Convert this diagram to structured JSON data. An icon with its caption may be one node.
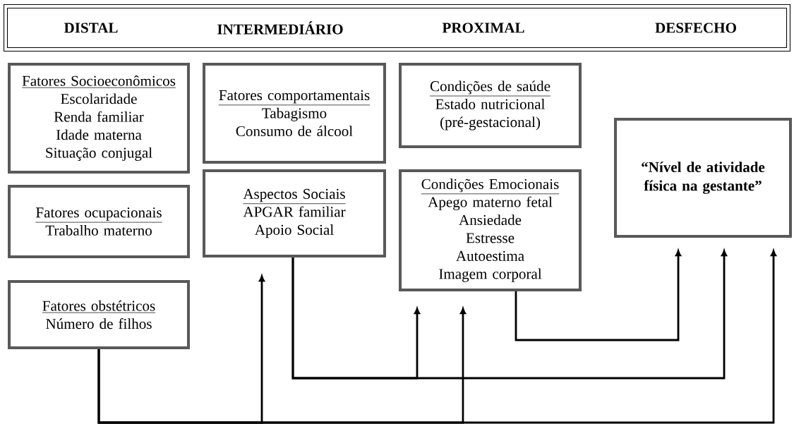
{
  "diagram": {
    "nodes": [
      {
        "text": [
          "DISTAL",
          "INTERMEDIÁRIO",
          "PROXIMAL",
          "DESFECHO"
        ]
      },
      {
        "text": [
          "Fatores Socioeconômicos",
          "Escolaridade",
          "Renda familiar",
          "Idade materna",
          "Situação conjugal"
        ]
      },
      {
        "text": [
          "Fatores ocupacionais",
          "Trabalho materno"
        ]
      },
      {
        "text": [
          "Fatores obstétricos",
          "Número de filhos"
        ]
      },
      {
        "text": [
          "Fatores comportamentais",
          "Tabagismo",
          "Consumo de álcool"
        ]
      },
      {
        "text": [
          "Aspectos Sociais",
          "APGAR familiar",
          "Apoio Social"
        ]
      },
      {
        "text": [
          "Condições de saúde",
          "Estado nutricional (pré-gestacional)"
        ]
      },
      {
        "text": [
          "Condições Emocionais",
          "Apego materno fetal",
          "Ansiedade",
          "Estresse",
          "Autoestima",
          "Imagem corporal"
        ]
      },
      {
        "text": [
          "“Nível de atividade física na gestante”"
        ]
      }
    ],
    "edges": [
      {
        "from": 3,
        "to": 5,
        "arrow": "to"
      },
      {
        "from": 3,
        "to": 7,
        "arrow": "to"
      },
      {
        "from": 3,
        "to": 8,
        "arrow": "to"
      },
      {
        "from": 5,
        "to": 7,
        "arrow": "to"
      },
      {
        "from": 5,
        "to": 8,
        "arrow": "to"
      },
      {
        "from": 7,
        "to": 8,
        "arrow": "to"
      }
    ]
  }
}
